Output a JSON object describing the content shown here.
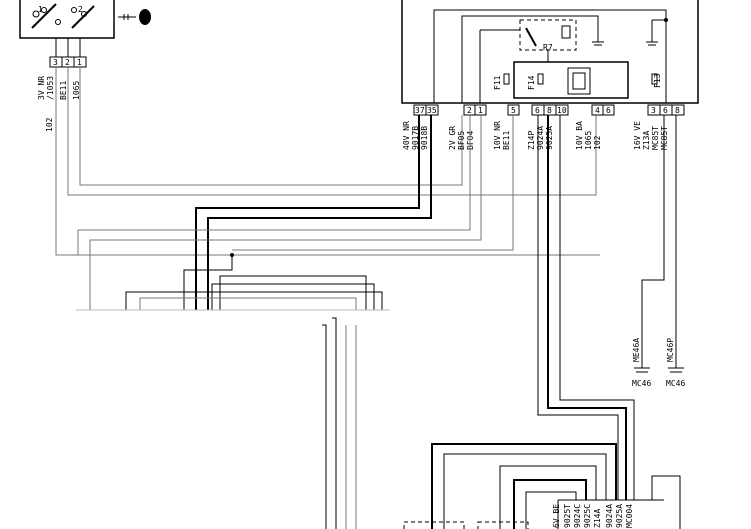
{
  "ignition_switch": {
    "pins": [
      "3",
      "2",
      "1"
    ],
    "wire_label_1": "3V NR",
    "wire_label_2": "/1053",
    "wire_label_3": "BE11",
    "wire_label_4": "1065",
    "wire_label_5": "102"
  },
  "main_box": {
    "relay_label": "R7",
    "fuses": [
      "F11",
      "F14",
      "F13"
    ],
    "connector_1": {
      "pins": [
        "37",
        "35"
      ],
      "lines": [
        "40V NR",
        "9017B",
        "9018B"
      ]
    },
    "connector_2": {
      "pins": [
        "2",
        "1"
      ],
      "lines": [
        "2V GR",
        "BF05",
        "BF04"
      ]
    },
    "connector_3": {
      "pins": [
        "5"
      ],
      "lines": [
        "10V NR",
        "BE11"
      ]
    },
    "connector_4": {
      "pins": [
        "6",
        "8",
        "10"
      ],
      "lines": [
        "Z14P",
        "9024A",
        "9025A"
      ]
    },
    "connector_5": {
      "pins": [
        "4",
        "6"
      ],
      "lines": [
        "10V BA",
        "1065",
        "102"
      ]
    },
    "connector_6": {
      "pins": [
        "3",
        "6",
        "8"
      ],
      "lines": [
        "16V VE",
        "Z13A",
        "MC85T",
        "MC85T"
      ]
    }
  },
  "grounds": [
    {
      "wire": "ME46A",
      "name": "MC46"
    },
    {
      "wire": "MC46P",
      "name": "MC46"
    }
  ],
  "bottom_connector": {
    "lines": [
      "6V BE",
      "9025T",
      "9024C",
      "9025C",
      "Z14A",
      "9024A",
      "9025A",
      "MC004"
    ]
  }
}
